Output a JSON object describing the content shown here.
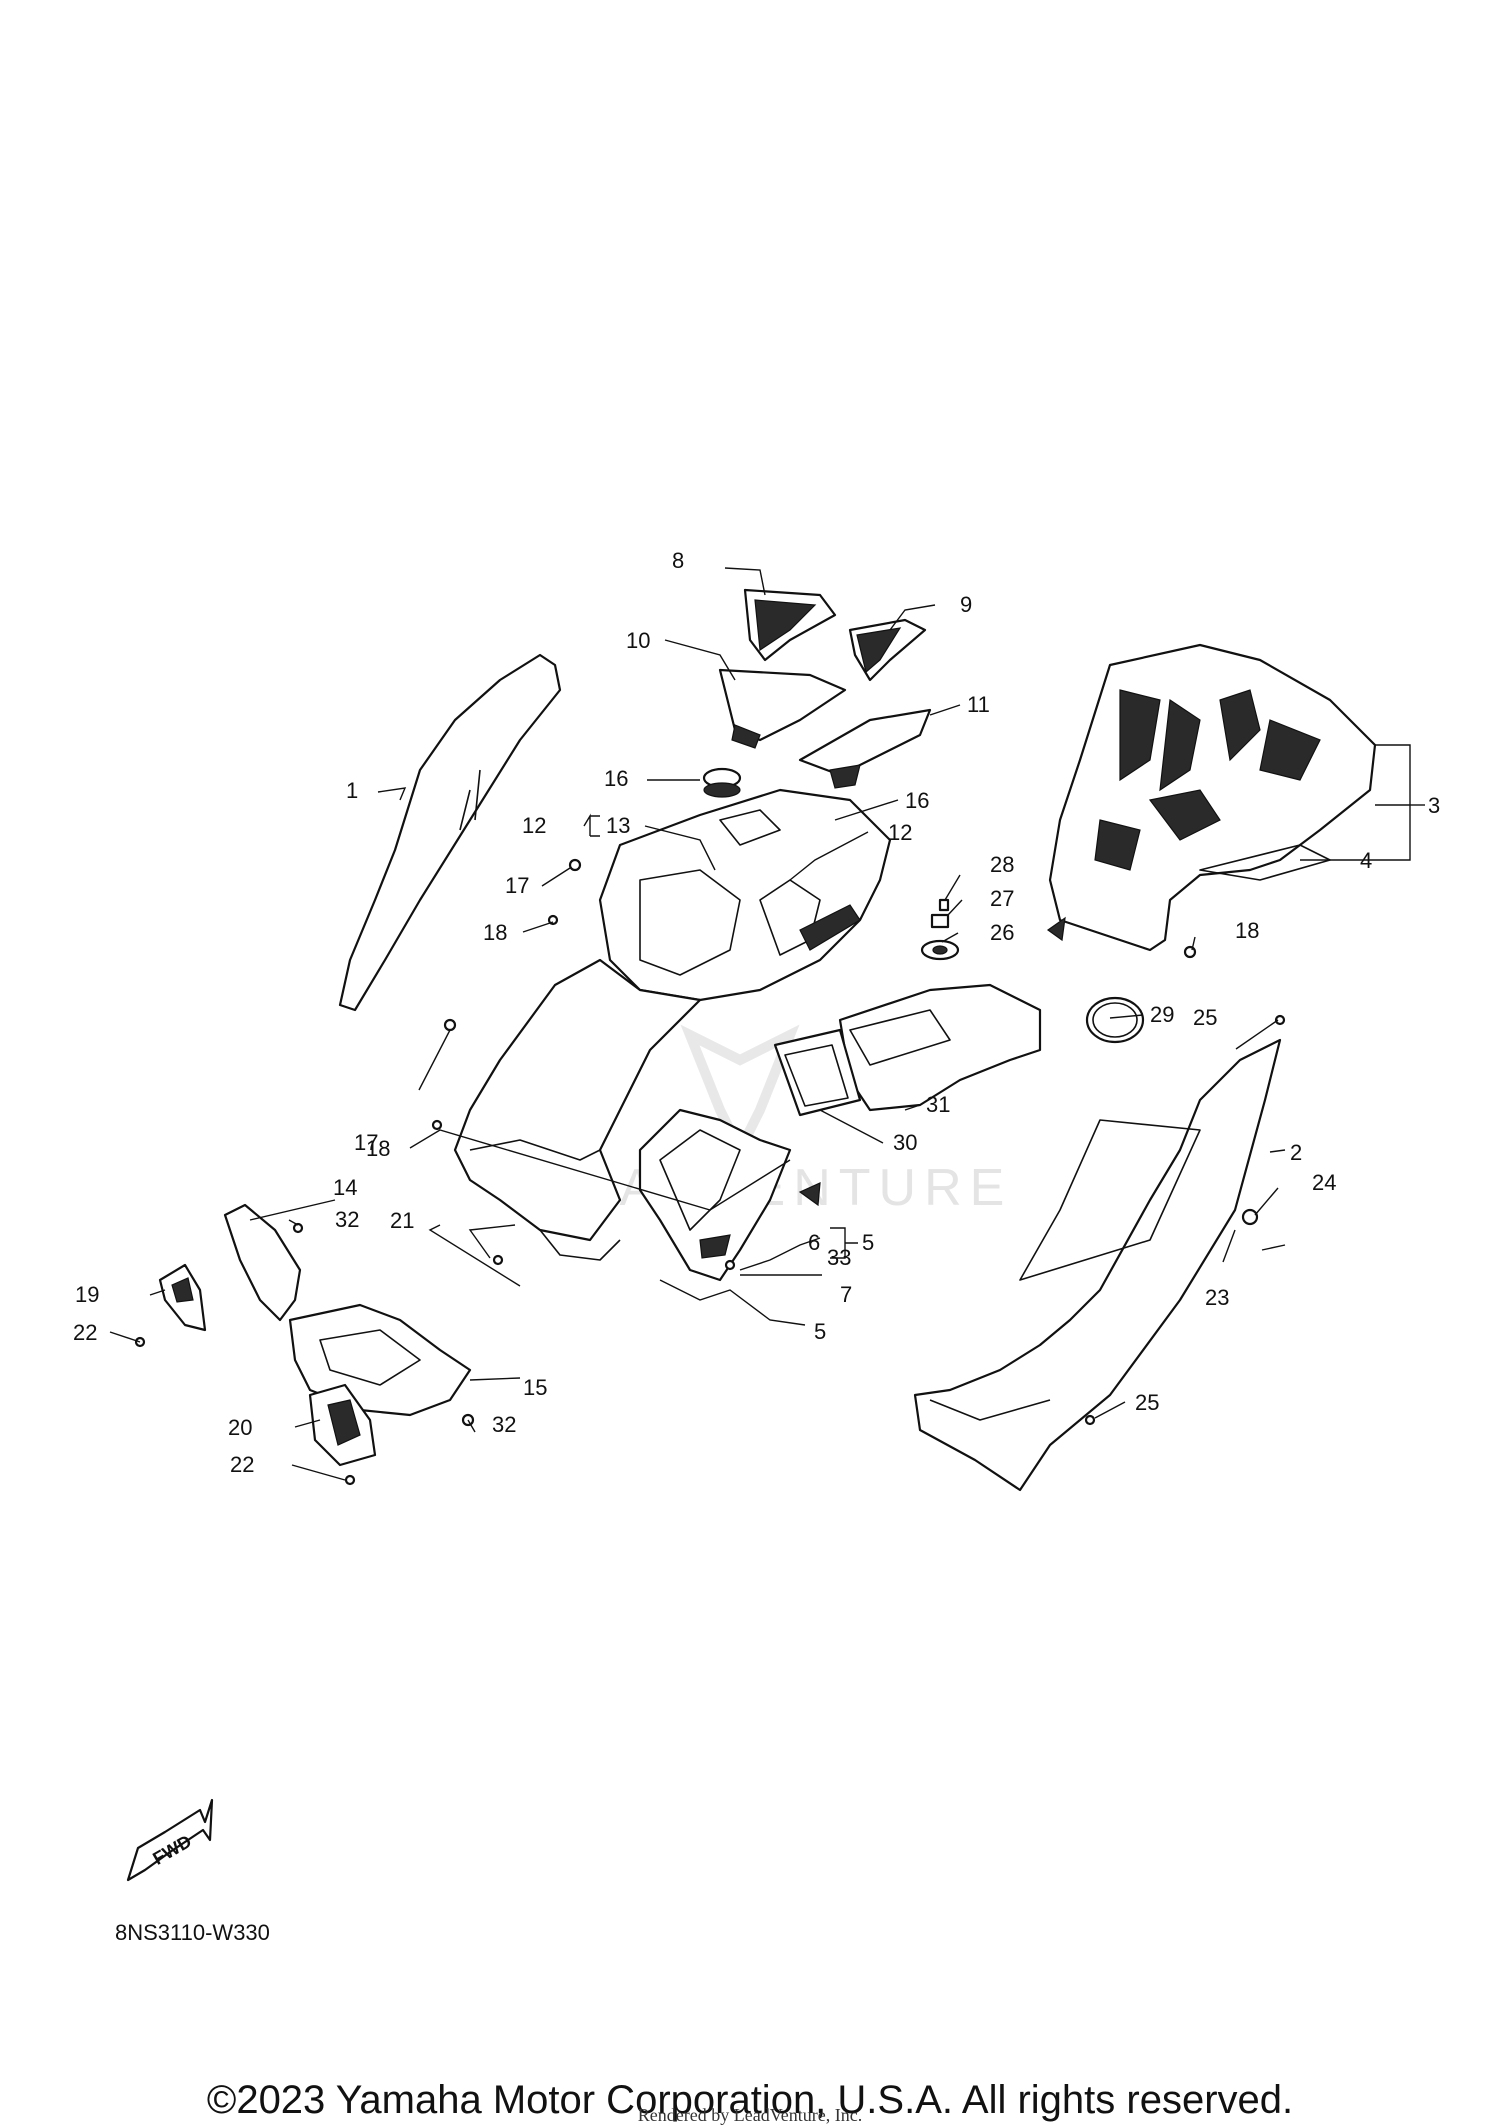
{
  "diagram": {
    "callouts": [
      "1",
      "2",
      "3",
      "4",
      "5",
      "5",
      "6",
      "7",
      "8",
      "9",
      "10",
      "11",
      "12",
      "12",
      "13",
      "14",
      "15",
      "16",
      "16",
      "17",
      "17",
      "18",
      "18",
      "18",
      "19",
      "20",
      "21",
      "22",
      "22",
      "23",
      "24",
      "25",
      "25",
      "26",
      "27",
      "28",
      "29",
      "30",
      "31",
      "32",
      "32",
      "33"
    ],
    "fwd_label": "FWD",
    "watermark": "LEADVENTURE",
    "diagram_code": "8NS3110-W330"
  },
  "footer": {
    "copyright": "©2023 Yamaha Motor Corporation, U.S.A. All rights reserved.",
    "rendered_by": "Rendered by LeadVenture, Inc."
  }
}
